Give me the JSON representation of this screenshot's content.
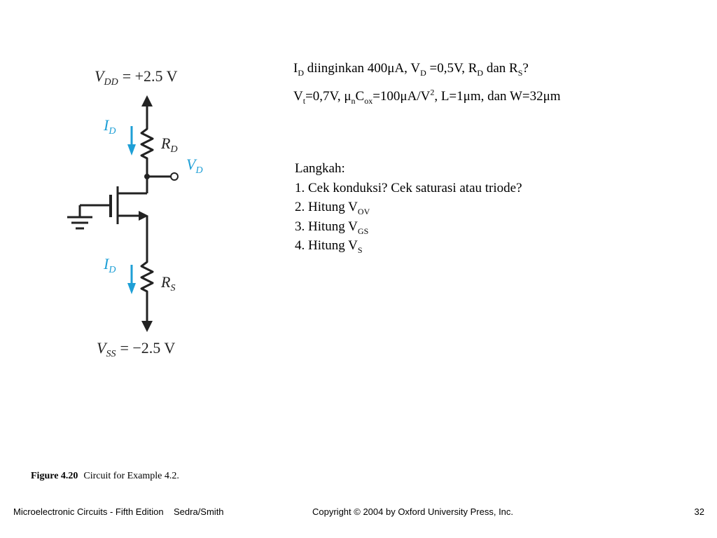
{
  "circuit": {
    "vdd": {
      "sym": "V",
      "sub": "DD",
      "value": "= +2.5 V"
    },
    "vss": {
      "sym": "V",
      "sub": "SS",
      "value": "= −2.5 V"
    },
    "rd": {
      "sym": "R",
      "sub": "D"
    },
    "rs": {
      "sym": "R",
      "sub": "S"
    },
    "vd": {
      "sym": "V",
      "sub": "D"
    },
    "id_top": {
      "sym": "I",
      "sub": "D"
    },
    "id_bottom": {
      "sym": "I",
      "sub": "D"
    },
    "colors": {
      "current": "#1e9fd6",
      "wire": "#222222"
    }
  },
  "problem": {
    "line1": {
      "t1": "I",
      "s1": "D",
      "t2": " diinginkan 400μA, V",
      "s2": "D",
      "t3": " =0,5V, R",
      "s3": "D",
      "t4": " dan R",
      "s4": "S",
      "t5": "?"
    },
    "line2": {
      "t1": "V",
      "s1": "t",
      "t2": "=0,7V, μ",
      "s2": "n",
      "t3": "C",
      "s3": "ox",
      "t4": "=100μA/V",
      "sup1": "2",
      "t5": ", L=1μm, dan W=32μm"
    }
  },
  "steps": {
    "title": "Langkah:",
    "s1": "1. Cek konduksi? Cek saturasi atau triode?",
    "s2": {
      "text": "2. Hitung V",
      "sub": "OV"
    },
    "s3": {
      "text": "3. Hitung V",
      "sub": "GS"
    },
    "s4": {
      "text": "4. Hitung V",
      "sub": "S"
    }
  },
  "caption": {
    "label": "Figure 4.20",
    "text": "Circuit for Example 4.2."
  },
  "footer": {
    "left": "Microelectronic Circuits - Fifth Edition    Sedra/Smith",
    "middle": "Copyright © 2004 by Oxford University Press, Inc.",
    "page": "32"
  }
}
